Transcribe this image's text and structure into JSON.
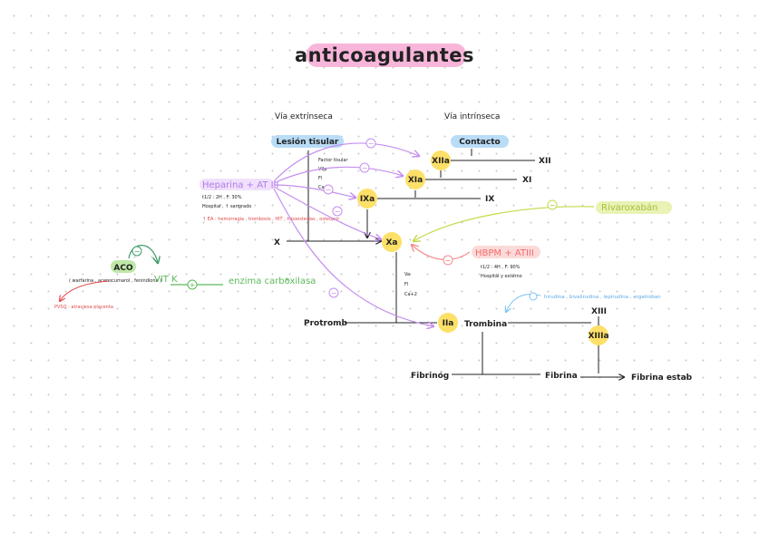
{
  "title": "anticoagulantes",
  "pathways": {
    "extrinsic": "Vía extrínseca",
    "intrinsic": "Vía intrínseca",
    "injury": "Lesión tisular",
    "contact": "Contacto"
  },
  "factors": {
    "xiia": "XIIa",
    "xii": "XII",
    "xia": "XIa",
    "xi": "XI",
    "ixa": "IXa",
    "ix": "IX",
    "x": "X",
    "xa": "Xa",
    "iia": "IIa",
    "xiii": "XIII",
    "xiiia": "XIIIa"
  },
  "extrinsic_list": [
    "Factor tisular",
    "VIIa",
    "Fl",
    "Ca+2"
  ],
  "cofactors": [
    "Va",
    "Fl",
    "Ca+2"
  ],
  "coag": {
    "protromb": "Protromb",
    "trombina": "Trombina",
    "fibrinog": "Fibrinóg",
    "fibrina": "Fibrina",
    "fibrina_estab": "Fibrina estab"
  },
  "heparina": {
    "label": "Heparina + AT III",
    "line1": "t1/2 : 2H , F: 30%",
    "line2": "Hospital , ↑ sangrado",
    "adverse": "↑ EA : hemorragia , trombosis , HIT , hipoestesias , osteopor"
  },
  "hbpm": {
    "label": "HBPM + ATIII",
    "line1": "t1/2 : 4H , F: 90%",
    "line2": "Hospital y externo"
  },
  "rivaroxaban": {
    "label": "Rivaroxabán"
  },
  "aco": {
    "label": "ACO",
    "drugs": "( warfarina , acenocumarol , fenindiona )",
    "adverse": "PVSO : atraviesa placenta",
    "vitk": "VIT K",
    "enzyme": "enzima carboxilasa",
    "asterisk": "*"
  },
  "thrombin_inhibitors": "hirudina , bivalirudina , lepirudina , argatroban",
  "symbols": {
    "minus": "−",
    "plus": "+"
  },
  "colors": {
    "purple": "#c48ef0",
    "pink_highlight": "#f7a8d4",
    "blue_highlight": "#b9dcf7",
    "factor_yellow": "#fde067",
    "green": "#5cb85c",
    "lime": "#c6d94a",
    "salmon": "#f58f8f",
    "red": "#e04848",
    "light_blue": "#7cc3f0"
  }
}
